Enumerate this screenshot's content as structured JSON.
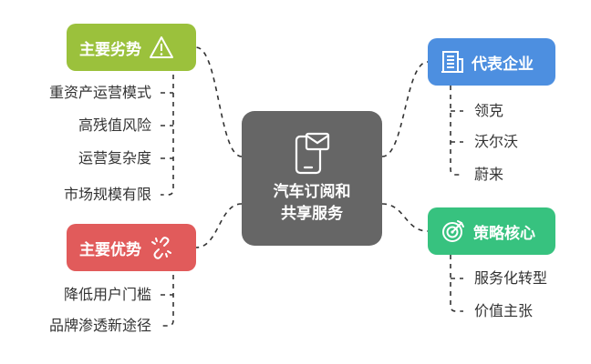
{
  "center": {
    "title": "汽车订阅和\n共享服务",
    "icon": "phone-message-icon"
  },
  "colors": {
    "weakness": "#9bc13c",
    "strength": "#e15b5b",
    "companies": "#4d8fe0",
    "strategy": "#37c27f",
    "center": "#666666",
    "connector": "#333333"
  },
  "weaknesses": {
    "label": "主要劣势",
    "icon": "warning-icon",
    "items": [
      "重资产运营模式",
      "高残值风险",
      "运营复杂度",
      "市场规模有限"
    ]
  },
  "strengths": {
    "label": "主要优势",
    "icon": "link-icon",
    "items": [
      "降低用户门槛",
      "品牌渗透新途径"
    ]
  },
  "companies": {
    "label": "代表企业",
    "icon": "building-icon",
    "items": [
      "领克",
      "沃尔沃",
      "蔚来"
    ]
  },
  "strategy": {
    "label": "策略核心",
    "icon": "target-icon",
    "items": [
      "服务化转型",
      "价值主张"
    ]
  }
}
